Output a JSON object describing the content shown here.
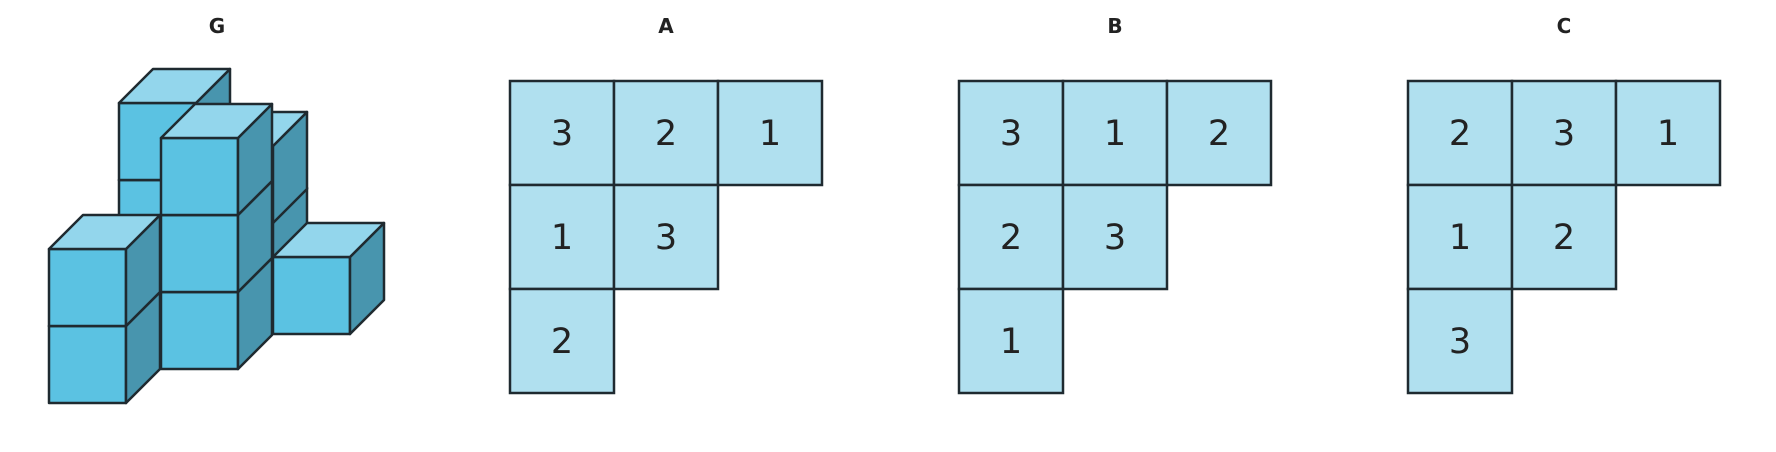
{
  "colors": {
    "cube_top": "#93d6ec",
    "cube_front": "#5bc2e2",
    "cube_side": "#4895ae",
    "cell_fill": "#b0e0ef",
    "stroke": "#1f2a30"
  },
  "panels": [
    {
      "id": "G",
      "label": "G",
      "kind": "isometric-cubes"
    },
    {
      "id": "A",
      "label": "A",
      "kind": "top-view-grid",
      "rows": [
        [
          "3",
          "2",
          "1"
        ],
        [
          "1",
          "3"
        ],
        [
          "2"
        ]
      ]
    },
    {
      "id": "B",
      "label": "B",
      "kind": "top-view-grid",
      "rows": [
        [
          "3",
          "1",
          "2"
        ],
        [
          "2",
          "3"
        ],
        [
          "1"
        ]
      ]
    },
    {
      "id": "C",
      "label": "C",
      "kind": "top-view-grid",
      "rows": [
        [
          "2",
          "3",
          "1"
        ],
        [
          "1",
          "2"
        ],
        [
          "3"
        ]
      ]
    }
  ]
}
